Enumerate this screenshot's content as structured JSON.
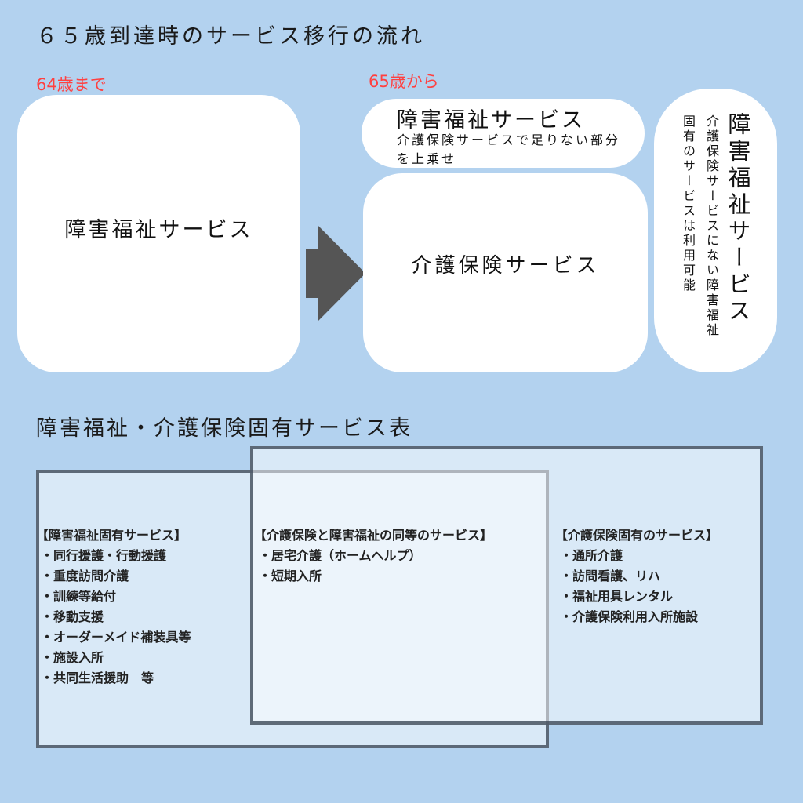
{
  "flow": {
    "title": "６５歳到達時のサービス移行の流れ",
    "before_label": "64歳まで",
    "after_label": "65歳から",
    "before_box": {
      "label": "障害福祉サービス"
    },
    "arrow": {
      "icon": "right-arrow-icon",
      "color": "#555555"
    },
    "supplement_box": {
      "title": "障害福祉サービス",
      "description": "介護保険サービスで足りない部分を上乗せ"
    },
    "care_insurance_box": {
      "label": "介護保険サービス"
    },
    "unique_box": {
      "title": "障害福祉サービス",
      "description": "介護保険サービスにない障害福祉固有のサービスは利用可能"
    }
  },
  "table": {
    "title": "障害福祉・介護保険固有サービス表",
    "columns": [
      {
        "header": "【障害福祉固有サービス】",
        "items": [
          "・同行援護・行動援護",
          "・重度訪問介護",
          "・訓練等給付",
          "・移動支援",
          "・オーダーメイド補装具等",
          "・施設入所",
          "・共同生活援助　等"
        ]
      },
      {
        "header": "【介護保険と障害福祉の同等のサービス】",
        "items": [
          "・居宅介護（ホームヘルプ）",
          "・短期入所"
        ]
      },
      {
        "header": "【介護保険固有のサービス】",
        "items": [
          "・通所介護",
          "・訪問看護、リハ",
          "・福祉用具レンタル",
          "・介護保険利用入所施設"
        ]
      }
    ]
  },
  "colors": {
    "background": "#b3d2ef",
    "age_label": "#ff4040",
    "card": "#ffffff",
    "box_border": "#3c4858"
  }
}
